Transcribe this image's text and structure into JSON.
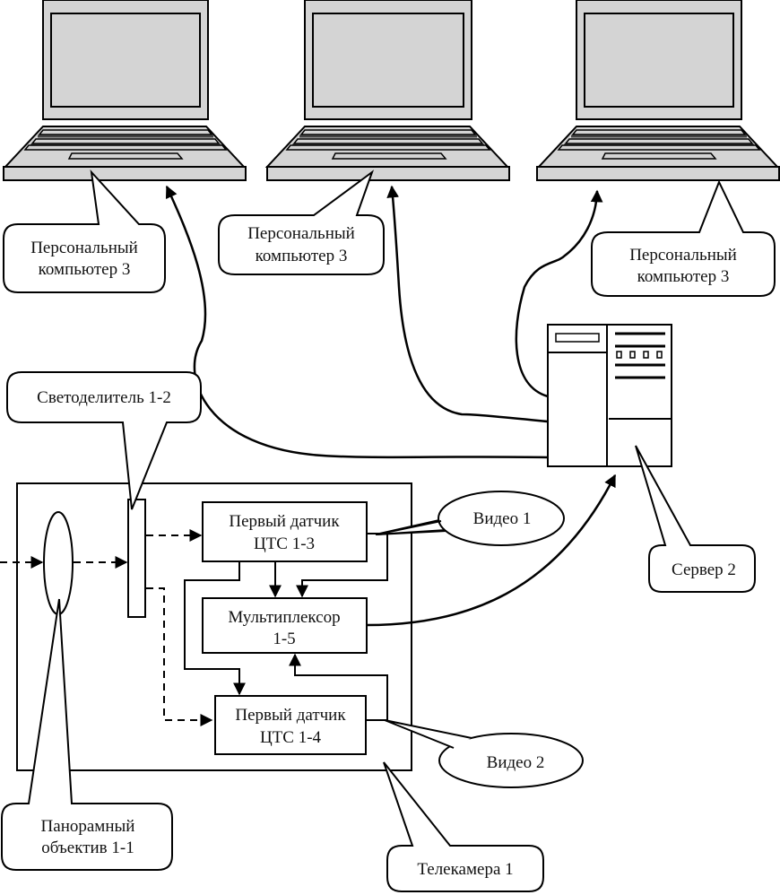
{
  "title": "Телекамера с панорамным объективом, подключённая к серверу и персональным компьютерам",
  "colors": {
    "stroke": "#000000",
    "laptop_fill": "#d4d4d4",
    "laptop_key_dark": "#555555",
    "background": "#ffffff"
  },
  "laptops": [
    {
      "id": "laptop-left",
      "label_line1": "Персональный",
      "label_line2": "компьютер 3"
    },
    {
      "id": "laptop-middle",
      "label_line1": "Персональный",
      "label_line2": "компьютер 3"
    },
    {
      "id": "laptop-right",
      "label_line1": "Персональный",
      "label_line2": "компьютер 3"
    }
  ],
  "server": {
    "label": "Сервер 2",
    "icon": "server-tower-icon"
  },
  "camera": {
    "label": "Телекамера 1"
  },
  "beam_splitter": {
    "label": "Светоделитель 1-2"
  },
  "lens": {
    "label_line1": "Панорамный",
    "label_line2": "объектив 1-1"
  },
  "sensor1": {
    "line1": "Первый датчик",
    "line2": "ЦТС 1-3"
  },
  "sensor2": {
    "line1": "Первый датчик",
    "line2": "ЦТС 1-4"
  },
  "multiplexer": {
    "line1": "Мультиплексор",
    "line2": "1-5"
  },
  "video_labels": {
    "video1": "Видео 1",
    "video2": "Видео 2"
  }
}
